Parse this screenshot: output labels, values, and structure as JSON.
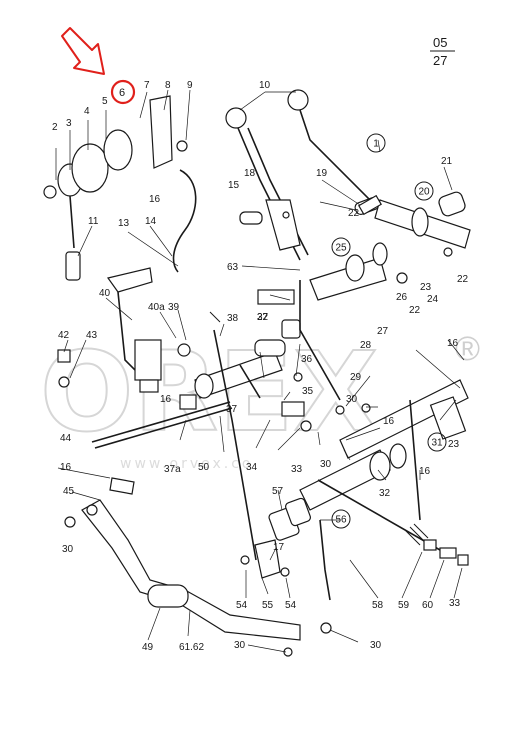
{
  "page_ref": {
    "top": "05",
    "bottom": "27"
  },
  "highlight": {
    "label": "6",
    "color": "#e0201b"
  },
  "watermark": {
    "brand": "OREX",
    "registered": "®",
    "url": "www.orvex.co"
  },
  "plain_labels": [
    "2",
    "3",
    "4",
    "5",
    "7",
    "8",
    "9",
    "10",
    "11",
    "13",
    "14",
    "15",
    "16",
    "16",
    "16",
    "16",
    "16",
    "16",
    "17",
    "18",
    "19",
    "21",
    "22",
    "22",
    "22",
    "22",
    "23",
    "23",
    "24",
    "26",
    "27",
    "28",
    "29",
    "30",
    "30",
    "30",
    "30",
    "30",
    "32",
    "33",
    "33",
    "34",
    "35",
    "36",
    "37",
    "37",
    "38",
    "39",
    "40",
    "40a",
    "42",
    "43",
    "44",
    "45",
    "49",
    "50",
    "54",
    "54",
    "55",
    "57",
    "58",
    "59",
    "60",
    "61.62",
    "63",
    "37a"
  ],
  "circled_labels": [
    "1",
    "20",
    "25",
    "31",
    "56"
  ]
}
